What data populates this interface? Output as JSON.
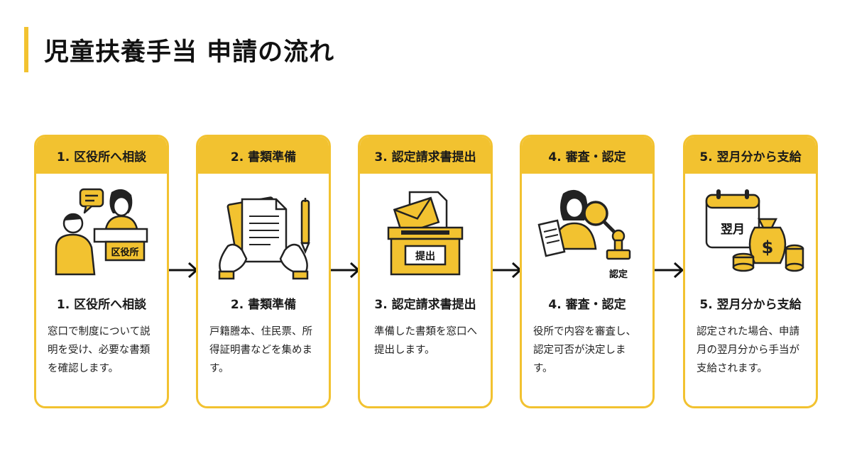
{
  "title": "児童扶養手当 申請の流れ",
  "steps": [
    {
      "header": "1. 区役所へ相談",
      "subtitle": "1. 区役所へ相談",
      "description": "窓口で制度について説明を受け、必要な書類を確認します。",
      "sign_text": "区役所",
      "icon": "office-consultation-icon"
    },
    {
      "header": "2. 書類準備",
      "subtitle": "2. 書類準備",
      "description": "戸籍謄本、住民票、所得証明書などを集めます。",
      "icon": "documents-pen-icon"
    },
    {
      "header": "3. 認定請求書提出",
      "subtitle": "3. 認定請求書提出",
      "description": "準備した書類を窓口へ提出します。",
      "box_text": "提出",
      "icon": "submission-box-icon"
    },
    {
      "header": "4. 審査・認定",
      "subtitle": "4. 審査・認定",
      "description": "役所で内容を審査し、認定可否が決定します。",
      "stamp_text": "認定",
      "icon": "review-stamp-icon"
    },
    {
      "header": "5. 翌月分から支給",
      "subtitle": "5. 翌月分から支給",
      "description": "認定された場合、申請月の翌月分から手当が支給されます。",
      "calendar_text": "翌月",
      "icon": "calendar-money-icon"
    }
  ],
  "colors": {
    "accent": "#f2c230",
    "text": "#1a1a1a"
  }
}
